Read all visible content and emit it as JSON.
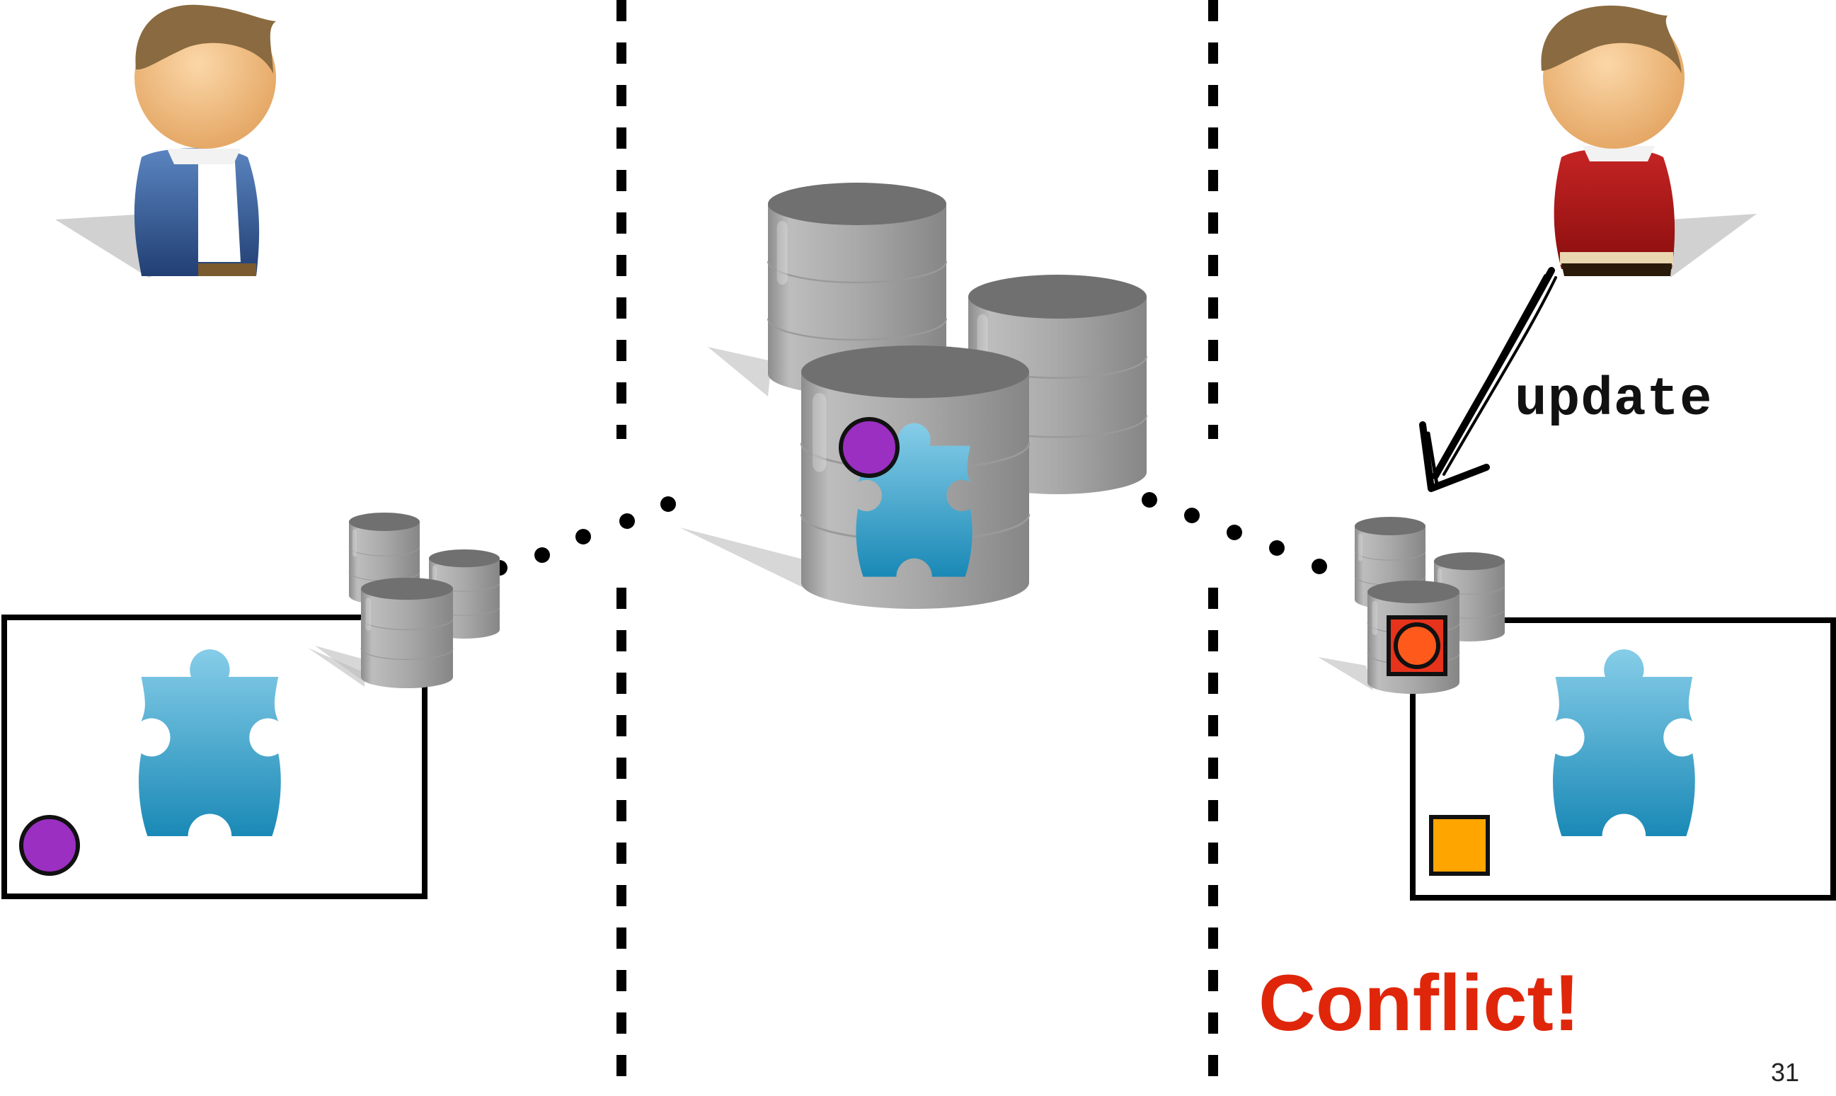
{
  "labels": {
    "update": "update",
    "conflict": "Conflict!",
    "slide_number": "31"
  },
  "colors": {
    "conflict_text": "#e0260a",
    "purple_circle": "#9b2fc2",
    "orange_square": "#ffa500",
    "red_square": "#e8331c",
    "puzzle_blue": "#3aa6d4",
    "cylinder_gray": "#a8a8a8",
    "left_user_jacket": "#2e5a92",
    "right_user_shirt": "#b01818"
  },
  "icons": {
    "left_user": "user-avatar-blue-icon",
    "right_user": "user-avatar-red-icon",
    "database": "database-cylinder-icon",
    "puzzle": "puzzle-piece-icon",
    "arrow": "hand-drawn-arrow-icon"
  }
}
